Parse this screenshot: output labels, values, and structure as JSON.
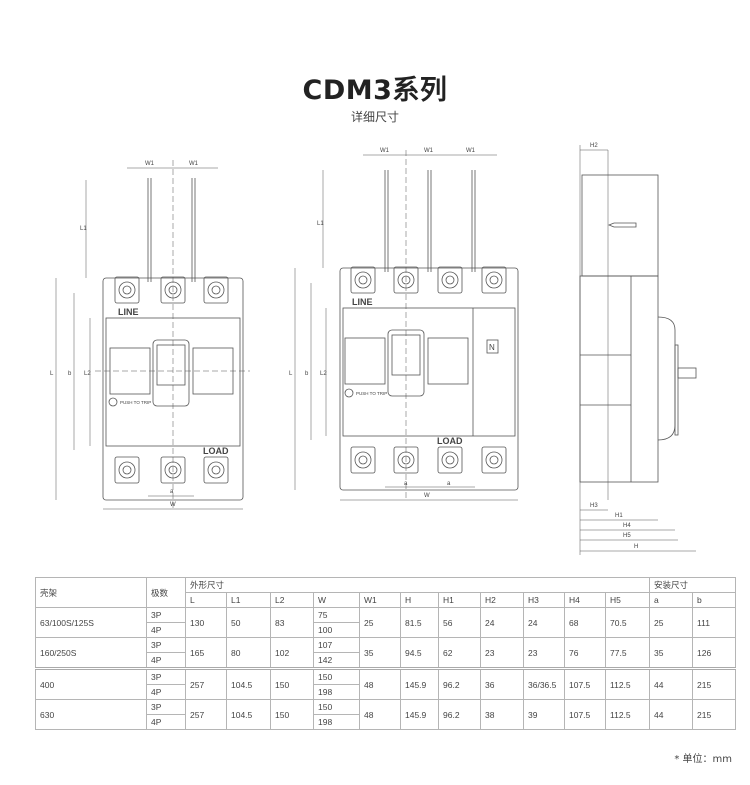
{
  "title": "CDM3系列",
  "subtitle": "详细尺寸",
  "diagram": {
    "w1": "W1",
    "l1": "L1",
    "l": "L",
    "b": "b",
    "l2": "L2",
    "a": "a",
    "w": "W",
    "line": "LINE",
    "load": "LOAD",
    "push_to_trip": "PUSH TO TRIP",
    "neutral": "N",
    "h": "H",
    "h1": "H1",
    "h2": "H2",
    "h3": "H3",
    "h4": "H4",
    "h5": "H5"
  },
  "table": {
    "col_frame": "壳架",
    "col_poles": "极数",
    "group_outline": "外形尺寸",
    "group_mount": "安装尺寸",
    "headers": [
      "L",
      "L1",
      "L2",
      "W",
      "W1",
      "H",
      "H1",
      "H2",
      "H3",
      "H4",
      "H5",
      "a",
      "b"
    ],
    "rows": [
      {
        "frame": "63/100S/125S",
        "poles": [
          "3P",
          "4P"
        ],
        "L": "130",
        "L1": "50",
        "L2": "83",
        "W": [
          "75",
          "100"
        ],
        "W1": "25",
        "H": "81.5",
        "H1": "56",
        "H2": "24",
        "H3": "24",
        "H4": "68",
        "H5": "70.5",
        "a": "25",
        "b": "111"
      },
      {
        "frame": "160/250S",
        "poles": [
          "3P",
          "4P"
        ],
        "L": "165",
        "L1": "80",
        "L2": "102",
        "W": [
          "107",
          "142"
        ],
        "W1": "35",
        "H": "94.5",
        "H1": "62",
        "H2": "23",
        "H3": "23",
        "H4": "76",
        "H5": "77.5",
        "a": "35",
        "b": "126"
      },
      {
        "frame": "400",
        "poles": [
          "3P",
          "4P"
        ],
        "L": "257",
        "L1": "104.5",
        "L2": "150",
        "W": [
          "150",
          "198"
        ],
        "W1": "48",
        "H": "145.9",
        "H1": "96.2",
        "H2": "36",
        "H3": "36/36.5",
        "H4": "107.5",
        "H5": "112.5",
        "a": "44",
        "b": "215"
      },
      {
        "frame": "630",
        "poles": [
          "3P",
          "4P"
        ],
        "L": "257",
        "L1": "104.5",
        "L2": "150",
        "W": [
          "150",
          "198"
        ],
        "W1": "48",
        "H": "145.9",
        "H1": "96.2",
        "H2": "38",
        "H3": "39",
        "H4": "107.5",
        "H5": "112.5",
        "a": "44",
        "b": "215"
      }
    ]
  },
  "footnote": "* 单位：mm"
}
